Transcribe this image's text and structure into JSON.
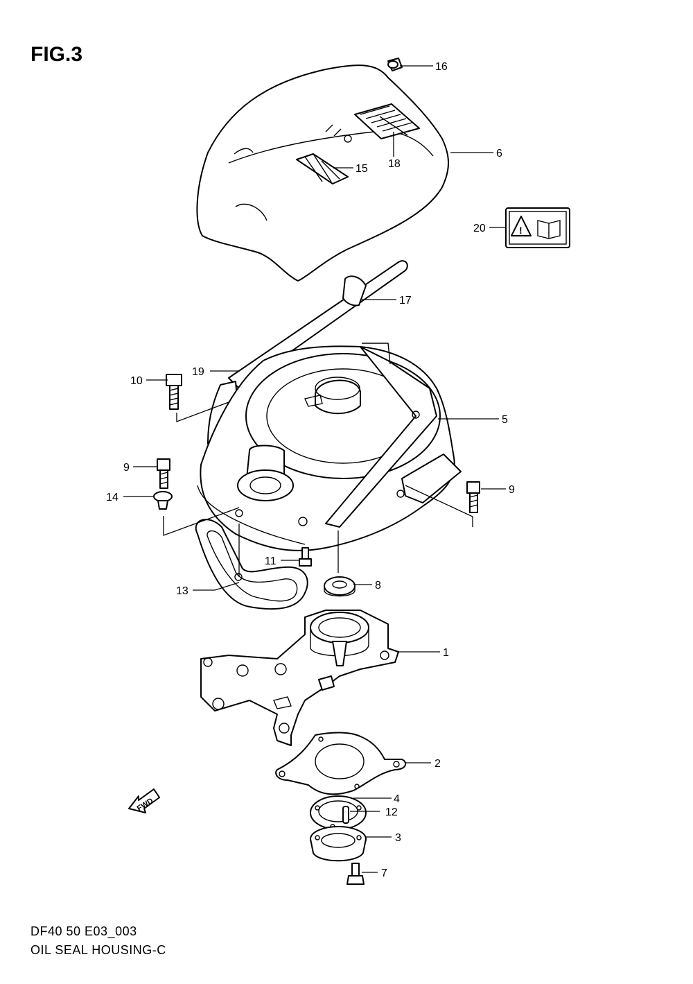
{
  "figure": {
    "title": "FIG.3"
  },
  "footer": {
    "model_code": "DF40 50 E03_003",
    "section_name": "OIL SEAL HOUSING-C"
  },
  "fwd_arrow": {
    "label": "FWD"
  },
  "callouts": [
    "16",
    "6",
    "18",
    "15",
    "20",
    "17",
    "19",
    "10",
    "5",
    "9",
    "14",
    "9",
    "11",
    "8",
    "13",
    "1",
    "2",
    "4",
    "12",
    "3",
    "7"
  ]
}
